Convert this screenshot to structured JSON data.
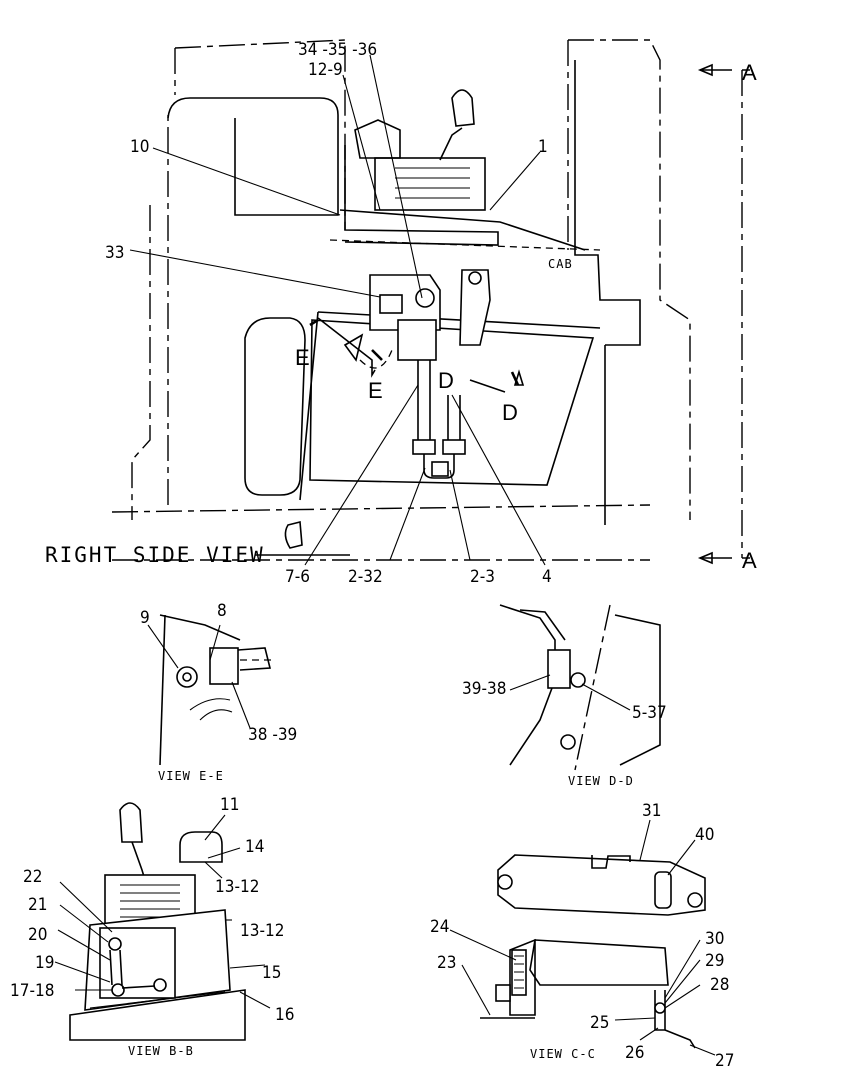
{
  "main_view": {
    "title": "RIGHT SIDE VIEW",
    "cab_label": "CAB",
    "section_letter": "A",
    "section_e": "E",
    "section_d": "D",
    "callouts": [
      "34 -35 -36",
      "12-9",
      "10",
      "1",
      "33",
      "7-6",
      "2-32",
      "2-3",
      "4"
    ]
  },
  "view_ee": {
    "title": "VIEW  E-E",
    "callouts": [
      "9",
      "8",
      "38 -39"
    ]
  },
  "view_dd": {
    "title": "VIEW  D-D",
    "callouts": [
      "39-38",
      "5-37"
    ]
  },
  "view_bb": {
    "title": "VIEW  B-B",
    "callouts": [
      "11",
      "14",
      "13-12",
      "13-12",
      "22",
      "21",
      "20",
      "19",
      "17-18",
      "15",
      "16"
    ]
  },
  "view_cc": {
    "title": "VIEW  C-C",
    "callouts": [
      "31",
      "40",
      "24",
      "23",
      "30",
      "29",
      "28",
      "25",
      "26",
      "27"
    ]
  }
}
